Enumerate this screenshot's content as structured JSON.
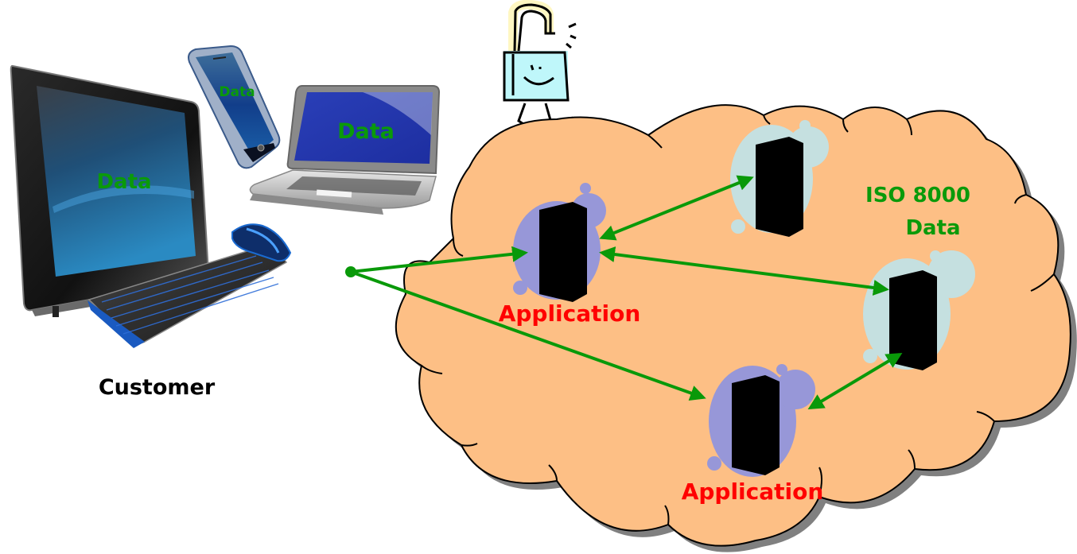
{
  "diagram": {
    "customer": {
      "label": "Customer",
      "devices": [
        {
          "type": "desktop-monitor",
          "screen_text": "Data"
        },
        {
          "type": "smartphone",
          "screen_text": "Data"
        },
        {
          "type": "laptop",
          "screen_text": "Data"
        }
      ]
    },
    "cloud": {
      "label_line1": "ISO 8000",
      "label_line2": "Data",
      "nodes": [
        {
          "id": "app1",
          "kind": "application-server",
          "label": "Application"
        },
        {
          "id": "app2",
          "kind": "application-server",
          "label": "Application"
        },
        {
          "id": "data1",
          "kind": "data-server",
          "label": ""
        },
        {
          "id": "data2",
          "kind": "data-server",
          "label": ""
        }
      ]
    },
    "connections": [
      {
        "from": "customer",
        "to": "app1",
        "direction": "one-way"
      },
      {
        "from": "customer",
        "to": "app2",
        "direction": "one-way"
      },
      {
        "from": "app1",
        "to": "data1",
        "direction": "two-way"
      },
      {
        "from": "app1",
        "to": "data2",
        "direction": "two-way"
      },
      {
        "from": "app2",
        "to": "data2",
        "direction": "two-way"
      }
    ],
    "security_icon": "unlocked-padlock-walking",
    "colors": {
      "cloud_fill": "#FDBF85",
      "cloud_stroke": "#000000",
      "cloud_shadow": "#808080",
      "arrow": "#099909",
      "app_label": "#FF0000",
      "data_label": "#0A9A0A",
      "app_bubble": "#9797D8",
      "data_bubble": "#C5E0E0",
      "customer_label": "#000000"
    }
  }
}
